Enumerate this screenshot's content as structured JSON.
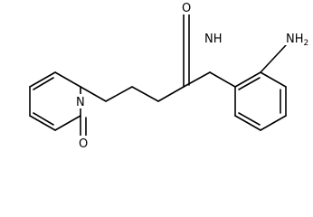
{
  "molecule": {
    "atoms": {
      "n_ring": "N",
      "o_ring": "O",
      "o_amide": "O",
      "n_amide": "NH",
      "n_amine": "NH",
      "n_amine_sub": "2"
    }
  }
}
